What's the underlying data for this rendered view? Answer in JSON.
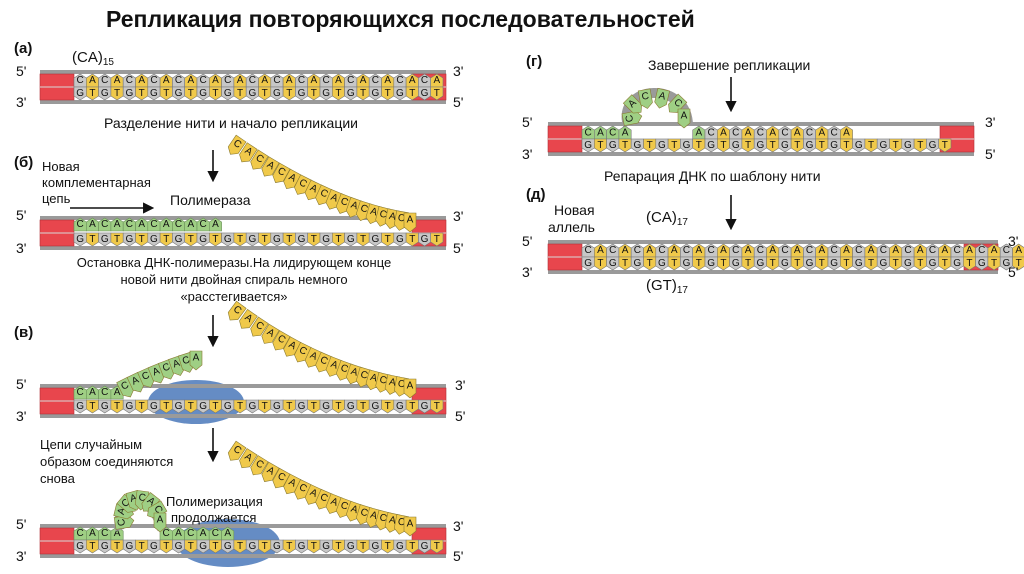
{
  "title": "Репликация повторяющихся последовательностей",
  "labels": {
    "five": "5'",
    "three": "3'"
  },
  "colors": {
    "yellow": "#f0c94a",
    "green": "#9fcf84",
    "gray": "#c7c7c7",
    "red": "#e8464d",
    "polymerase": "#3f6fb5"
  },
  "panels": {
    "a": {
      "letter": "(а)",
      "repeat_unit": "(CA)",
      "repeat_count": "15",
      "top_seq": "CACACACACACACACACACACACACACACA",
      "bottom_seq": "GTGTGTGTGTGTGTGTGTGTGTGTGTGTGT",
      "caption": "Разделение нити и начало репликации"
    },
    "b": {
      "letter": "(б)",
      "new_strand_label_1": "Новая",
      "new_strand_label_2": "комплементарная",
      "new_strand_label_3": "цепь",
      "polymerase_label": "Полимераза",
      "new_seq": "CACACACACACA",
      "peeled_seq": "CACACACACACACACACA",
      "bottom_seq": "GTGTGTGTGTGTGTGTGTGTGTGTGTGTGT",
      "caption_1": "Остановка ДНК-полимеразы.На лидирующем конце",
      "caption_2": "новой нити двойная спираль немного",
      "caption_3": "«расстегивается»"
    },
    "v": {
      "letter": "(в)",
      "new_seq_start": "CACA",
      "new_seq_loop": "CACACACA",
      "peeled_seq": "CACACACACACACACACA",
      "bottom_seq": "GTGTGTGTGTGTGTGTGTGTGTGTGTGTGT",
      "caption_1": "Цепи случайным",
      "caption_2": "образом соединяются",
      "caption_3": "снова",
      "loop_seq": "CACACACA",
      "new_seq_left": "CACA",
      "new_seq_right": "CACACA",
      "peeled_seq_2": "CACACACACACACACACA",
      "polymerization_1": "Полимеризация",
      "polymerization_2": "продолжается",
      "bottom_seq_2": "GTGTGTGTGTGTGTGTGTGTGTGTGTGTGT"
    },
    "g": {
      "letter": "(г)",
      "completion_label": "Завершение репликации",
      "loop_seq": "CACACA",
      "top_seq": "CACACACACACACACACACACACACACACA",
      "bottom_seq": "GTGTGTGTGTGTGTGTGTGTGTGTGTGTGT",
      "caption": "Репарация ДНК по шаблону нити"
    },
    "d": {
      "letter": "(д)",
      "new_allele_1": "Новая",
      "new_allele_2": "аллель",
      "top_unit": "(CA)",
      "top_count": "17",
      "bottom_unit": "(GT)",
      "bottom_count": "17",
      "top_seq": "CACACACACACACACACACACACACACACACACACA",
      "bottom_seq": "GTGTGTGTGTGTGTGTGTGTGTGTGTGTGTGTGTGT"
    }
  }
}
